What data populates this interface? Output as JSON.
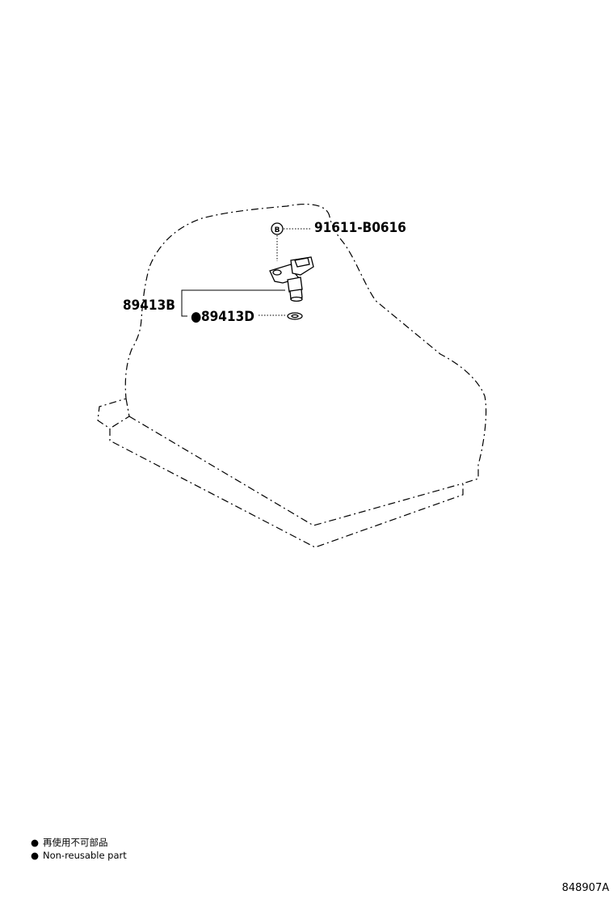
{
  "callouts": {
    "bolt": {
      "part_number": "91611-B0616",
      "symbol": "B"
    },
    "sensor": {
      "part_number": "89413B"
    },
    "gasket": {
      "part_number": "89413D",
      "marker": "●"
    }
  },
  "legend": {
    "marker": "●",
    "line_japanese": "再使用不可部品",
    "line_english": "Non-reusable part"
  },
  "figure_id": "848907A"
}
